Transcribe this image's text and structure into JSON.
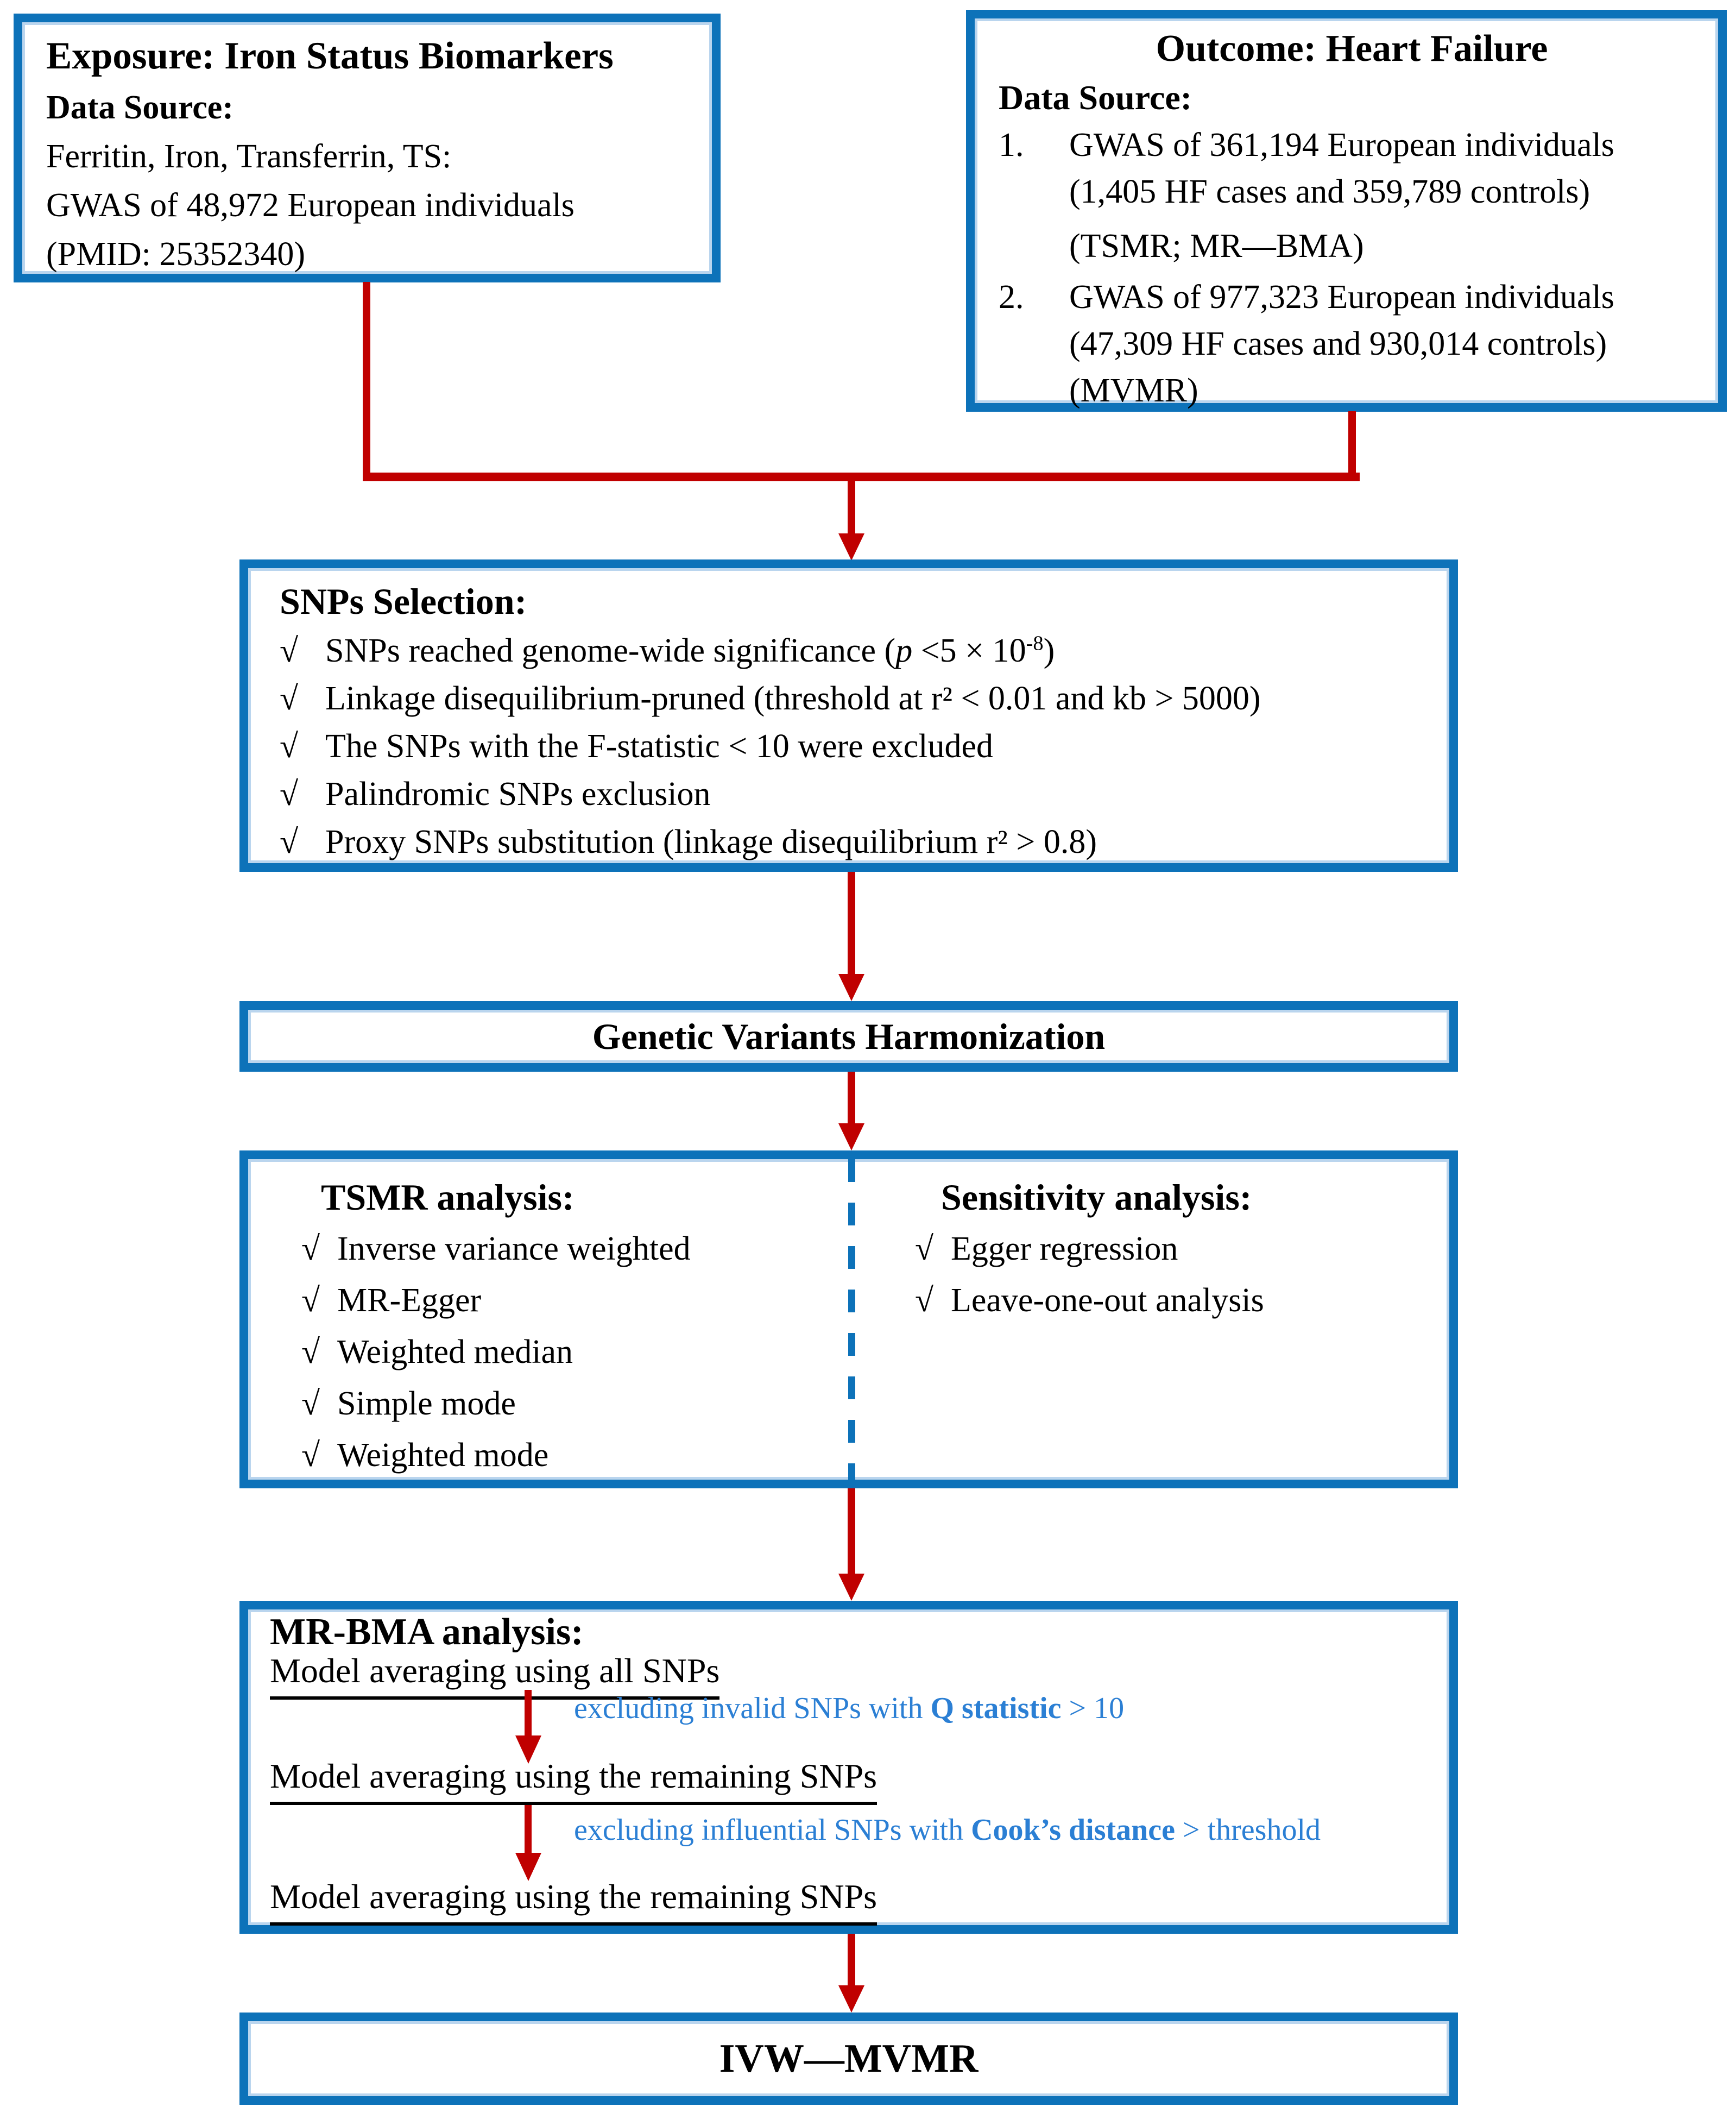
{
  "colors": {
    "box_border_blue": "#0d72b9",
    "arrow_red": "#c00000",
    "note_blue": "#2b7fd4",
    "text_black": "#000000"
  },
  "check_mark": "√",
  "exposure_box": {
    "title": "Exposure: Iron Status Biomarkers",
    "subtitle": "Data Source:",
    "lines": [
      "Ferritin, Iron, Transferrin, TS:",
      "GWAS of 48,972  European individuals",
      "(PMID:  25352340)"
    ]
  },
  "outcome_box": {
    "title": "Outcome: Heart Failure",
    "subtitle": "Data Source:",
    "items": [
      {
        "num": "1.",
        "lines": [
          "GWAS of 361,194 European individuals",
          "(1,405 HF cases and 359,789 controls)",
          "(TSMR; MR—BMA)"
        ]
      },
      {
        "num": "2.",
        "lines": [
          "GWAS of 977,323 European individuals",
          "(47,309 HF cases and 930,014 controls)",
          "(MVMR)"
        ]
      }
    ]
  },
  "snp_box": {
    "title": "SNPs Selection:",
    "item1": {
      "pre": "SNPs reached genome-wide significance (",
      "p": "p",
      "mid": " <5 × 10",
      "sup": "-8",
      "post": ")"
    },
    "items": [
      "Linkage disequilibrium-pruned (threshold at r² < 0.01 and kb > 5000)",
      "The SNPs with the F-statistic < 10 were excluded",
      "Palindromic SNPs exclusion",
      "Proxy SNPs substitution (linkage disequilibrium r² > 0.8)"
    ]
  },
  "harmonization_box": {
    "title": "Genetic Variants Harmonization"
  },
  "tsmr_box": {
    "left": {
      "title": "TSMR analysis:",
      "items": [
        "Inverse variance weighted",
        "MR-Egger",
        "Weighted median",
        "Simple mode",
        "Weighted mode"
      ]
    },
    "right": {
      "title": "Sensitivity analysis:",
      "items": [
        "Egger regression",
        "Leave-one-out analysis"
      ]
    }
  },
  "mrbma_box": {
    "title": "MR-BMA analysis:",
    "steps": [
      "Model averaging using all SNPs",
      "Model averaging using the remaining SNPs",
      "Model averaging using the remaining SNPs"
    ],
    "note1": {
      "pre": "excluding invalid SNPs with ",
      "bold": "Q statistic",
      "post": " > 10"
    },
    "note2": {
      "pre": "excluding influential SNPs with ",
      "bold": "Cook’s distance",
      "post": " > threshold"
    }
  },
  "final_box": {
    "title": "IVW—MVMR"
  }
}
